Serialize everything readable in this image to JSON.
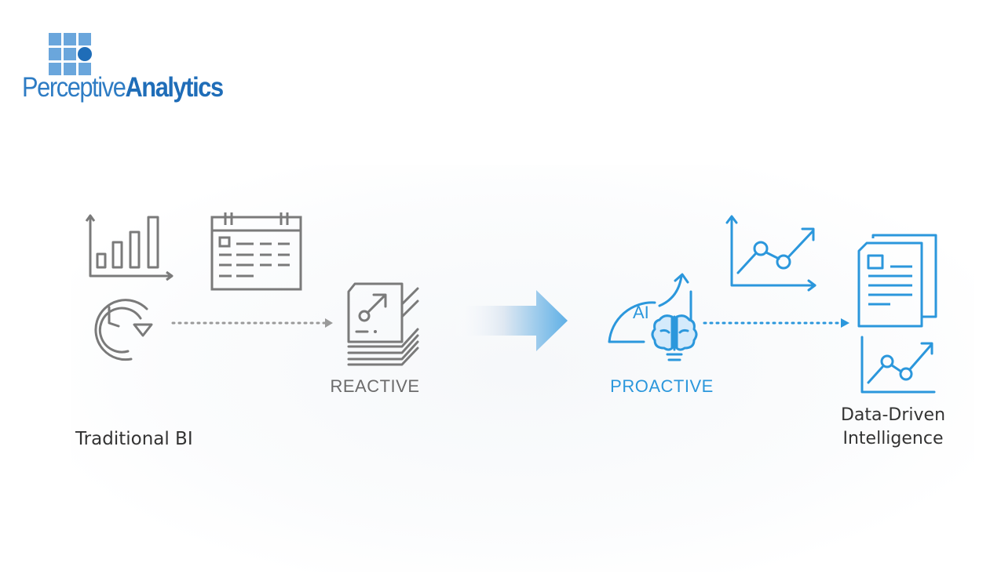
{
  "brand": {
    "name_light": "Perceptive",
    "name_bold": "Analytics",
    "color_primary": "#2e7cc4",
    "color_grid": "#6aa6dc",
    "color_dot": "#1f6db8"
  },
  "diagram": {
    "left_group": {
      "title": "Traditional BI",
      "icons": [
        "bar-chart-icon",
        "calendar-icon",
        "clock-refresh-icon"
      ],
      "color": "#7a7a7a"
    },
    "reactive": {
      "label": "REACTIVE",
      "icon": "stacked-report-icon",
      "color": "#6b6b6b"
    },
    "transition_arrow": {
      "icon": "gradient-arrow-right-icon",
      "color_from": "#ffffff",
      "color_to": "#5fb0e6"
    },
    "proactive": {
      "label": "PROACTIVE",
      "icon": "ai-brain-icon",
      "icon_text": "AI",
      "color": "#2b97dc"
    },
    "right_group": {
      "title_line1": "Data-Driven",
      "title_line2": "Intelligence",
      "icons": [
        "line-chart-up-icon",
        "documents-icon",
        "line-chart-trend-icon"
      ],
      "color": "#2b97dc"
    },
    "connectors": [
      {
        "from": "clock-refresh-icon",
        "to": "stacked-report-icon",
        "style": "dotted",
        "color": "#9a9a9a"
      },
      {
        "from": "ai-brain-icon",
        "to": "documents-icon",
        "style": "dotted",
        "color": "#2b97dc"
      }
    ]
  }
}
